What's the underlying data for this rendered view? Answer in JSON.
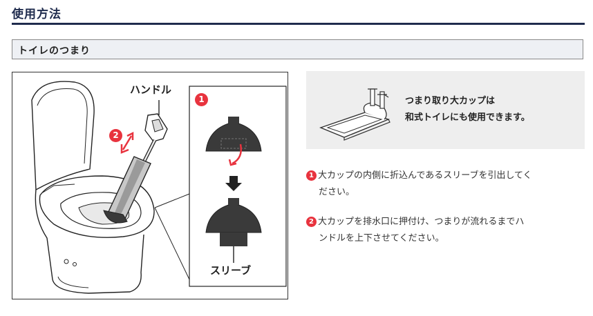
{
  "page": {
    "title": "使用方法"
  },
  "section": {
    "title": "トイレのつまり"
  },
  "illustration": {
    "handle_label": "ハンドル",
    "sleeve_label": "スリーブ",
    "badge_1": "1",
    "badge_2": "2"
  },
  "note": {
    "line1": "つまり取り大カップは",
    "line2": "和式トイレにも使用できます。"
  },
  "steps": [
    {
      "number": "1",
      "line1": "大カップの内側に折込んであるスリーブを引出してく",
      "line2": "ださい。"
    },
    {
      "number": "2",
      "line1": "大カップを排水口に押付け、つまりが流れるまでハ",
      "line2": "ンドルを上下させてください。"
    }
  ],
  "colors": {
    "accent": "#e8333e",
    "title": "#1f2b4d",
    "note_bg": "#eeeeee",
    "header_bg": "#eef0f4"
  }
}
